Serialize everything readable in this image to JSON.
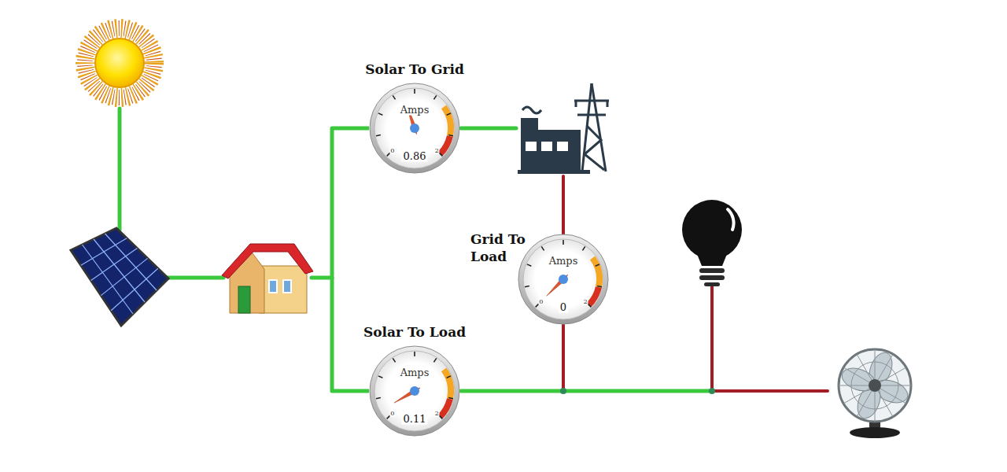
{
  "diagram": {
    "nodes": [
      {
        "text": [
          "Solar To Grid",
          "Amps",
          "0",
          "2",
          "0.86"
        ]
      },
      {
        "text": [
          "Grid To Load",
          "Amps",
          "0",
          "2",
          "0"
        ]
      },
      {
        "text": [
          "Solar To Load",
          "Amps",
          "0",
          "2",
          "0.11"
        ]
      }
    ],
    "edges": [
      {
        "from": 0,
        "to": 2,
        "arrow": "none"
      }
    ]
  }
}
